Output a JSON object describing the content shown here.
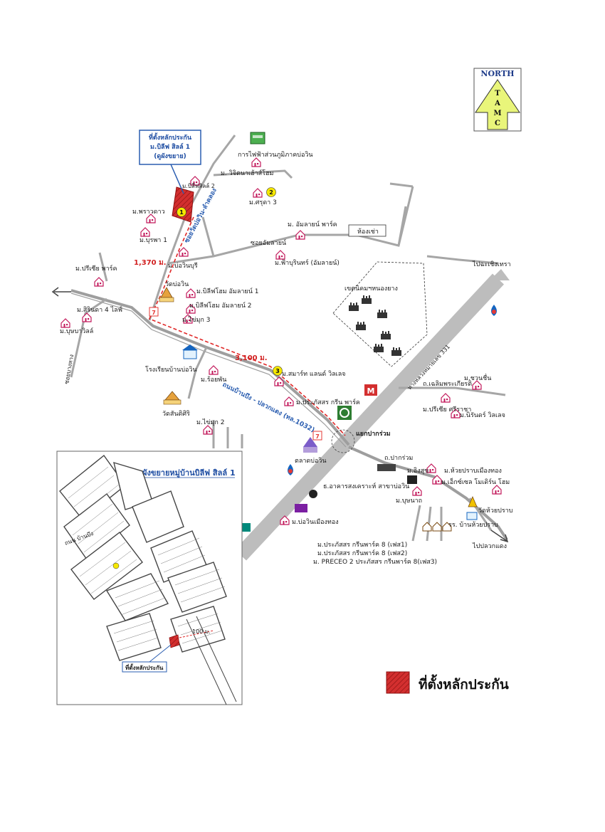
{
  "north": {
    "label": "NORTH",
    "letters": [
      "T",
      "A",
      "M",
      "C"
    ]
  },
  "callout": {
    "line1": "ที่ตั้งหลักประกัน",
    "line2": "ม.บิลีฟ สิลล์ 1",
    "line3": "(ดูผังขยาย)"
  },
  "places": {
    "electric": "การไฟฟ้าส่วนภูมิภาคบ่อวิน",
    "vichakarn": "ม. วิจิตนาเฮ้าส์โฮม",
    "believe2": "ม.บิลีฟสิลล์ 2",
    "srisuda": "ม.ศรุดา 3",
    "prawdao": "ม.พราวดาว",
    "bupha": "ม.บุรพา 1",
    "amarin_park": "ม. อัมลายน์ พาร์ค",
    "hongchao": "ห้องเช่า",
    "soi_amarin": "ซอยอัมลายน์",
    "fabrin": "ม.ฟ้าบุรินทร์ (อัมลายน์)",
    "bowin_buri": "ม.บ่อวินบุรี",
    "prisia_park": "ม.ปรีเซีย พาร์ค",
    "wat_bowin": "วัดบ่อวิน",
    "believe_amarin1": "ม.บิลีฟโฮม อัมลายน์ 1",
    "believe_amarin2": "ม.บิลีฟโฮม อัมลายน์ 2",
    "kaimuk3": "ม.ไข่มุก 3",
    "sirinda": "ม.สิรินดา 4 ไลฟ์",
    "busaba": "ม.บุษบาวิลล์",
    "soi_bang": "ซอยบางหาง",
    "industrial": "เขตนิคมฯหนองยาง",
    "to_chachoengsao": "ไปฉะเชิงเทรา",
    "highway331": "ทางหลวงหมายเลข 331",
    "school": "โรงเรียนบ้านบ่อวิน",
    "roiphan": "ม.ร้อยพัน",
    "smart": "ม.สมาร์ท แลนด์ วิลเลจ",
    "prasert_green": "ม.ประภัสสร กรีน พาร์ค",
    "wat_santi": "วัดสันติศิริ",
    "kaimuk2": "ม.ไข่มุก 2",
    "road1032": "ถนนบ้านบึง - ปลวกแดง (ทล.1032)",
    "chalerm": "ถ.เฉลิมพระเกียรติ",
    "chuanchuen": "ม.ชวนชื่น",
    "prisia_sri": "ม.ปรีเซีย ศรีราชา",
    "nirun": "ม.นิรันดร์ วิลเลจ",
    "junction": "แยกปากร่วม",
    "market": "ตลาดบ่อวิน",
    "pakruam_rd": "ถ.ปากร่วม",
    "ing": "ม.อิงสุข",
    "huaiprab": "ม.ห้วยปราบเมืองทอง",
    "exell": "ม.เอ็กซ์เซล โมเดิร์น โฮม",
    "bank": "ธ.อาคารสงเคราะห์ สาขาบ่อวิน",
    "bunnada": "ม.บุษนาถ",
    "bowin_muang": "ม.บ่อวินเมืองทอง",
    "wat_huai": "วัดห้วยปราบ",
    "school2": "รร. บ้านห้วยปราบ",
    "to_pluakdaeng": "ไปปลวกแดง",
    "green8_1": "ม.ประภัสสร กรีนพาร์ค 8 (เฟส1)",
    "green8_2": "ม.ประภัสสร กรีนพาร์ค 8 (เฟส2)",
    "preceo": "ม. PRECEO 2 ประภัสสร กรีนพาร์ค 8(เฟส3)",
    "soi_bowin": "ซอยวัดบ่อวิน-ลำคลอง"
  },
  "distances": {
    "d1": "1,370 ม.",
    "d2": "3,100 ม."
  },
  "markers": {
    "m1": "1",
    "m2": "2",
    "m3": "3"
  },
  "inset": {
    "title": "ผังขยายหมู่บ้านบิลีฟ สิลล์ 1",
    "label": "ที่ตั้งหลักประกัน",
    "dist": "100 ม.",
    "side_road": "ถนน บ้านบึง"
  },
  "legend": {
    "label": "ที่ตั้งหลักประกัน"
  },
  "colors": {
    "collateral": "#d32f2f",
    "road_major": "#c8c8c8",
    "road_minor": "#9e9e9e",
    "route": "#e02828",
    "blue": "#1f4ea3",
    "north_fill": "#e9f57a"
  }
}
